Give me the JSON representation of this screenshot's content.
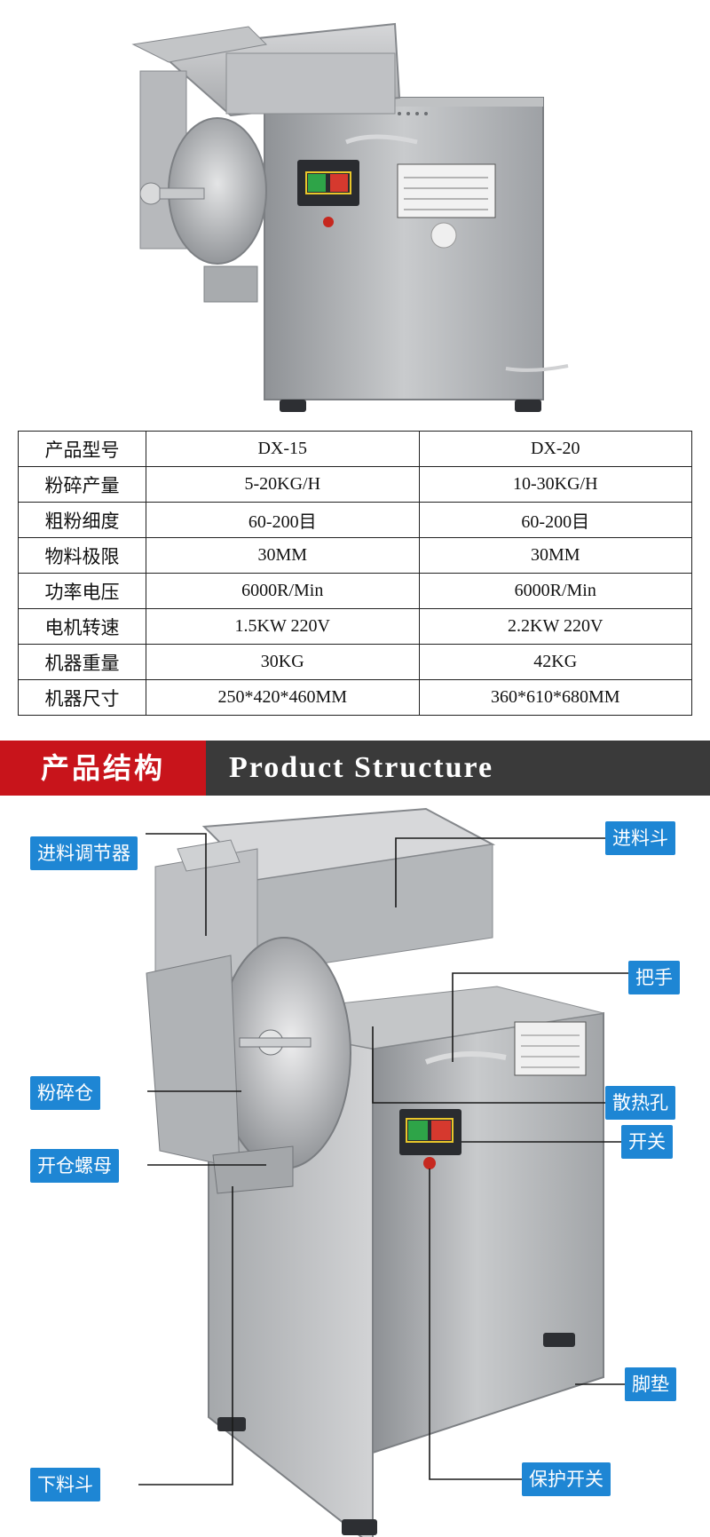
{
  "spec_table": {
    "rows": [
      {
        "label": "产品型号",
        "dx15": "DX-15",
        "dx20": "DX-20"
      },
      {
        "label": "粉碎产量",
        "dx15": "5-20KG/H",
        "dx20": "10-30KG/H"
      },
      {
        "label": "粗粉细度",
        "dx15": "60-200目",
        "dx20": "60-200目"
      },
      {
        "label": "物料极限",
        "dx15": "30MM",
        "dx20": "30MM"
      },
      {
        "label": "功率电压",
        "dx15": "6000R/Min",
        "dx20": "6000R/Min"
      },
      {
        "label": "电机转速",
        "dx15": "1.5KW 220V",
        "dx20": "2.2KW 220V"
      },
      {
        "label": "机器重量",
        "dx15": "30KG",
        "dx20": "42KG"
      },
      {
        "label": "机器尺寸",
        "dx15": "250*420*460MM",
        "dx20": "360*610*680MM"
      }
    ]
  },
  "section_header": {
    "title_cn": "产品结构",
    "title_en": "Product Structure",
    "accent_color": "#c8141b",
    "bar_color": "#3a3a3a"
  },
  "callouts": {
    "feed_regulator": "进料调节器",
    "crushing_chamber": "粉碎仓",
    "chamber_nut": "开仓螺母",
    "discharge_hopper": "下料斗",
    "feed_hopper": "进料斗",
    "handle": "把手",
    "vent_holes": "散热孔",
    "switch": "开关",
    "foot_pad": "脚垫",
    "protection_switch": "保护开关",
    "color": "#1e86d4"
  }
}
